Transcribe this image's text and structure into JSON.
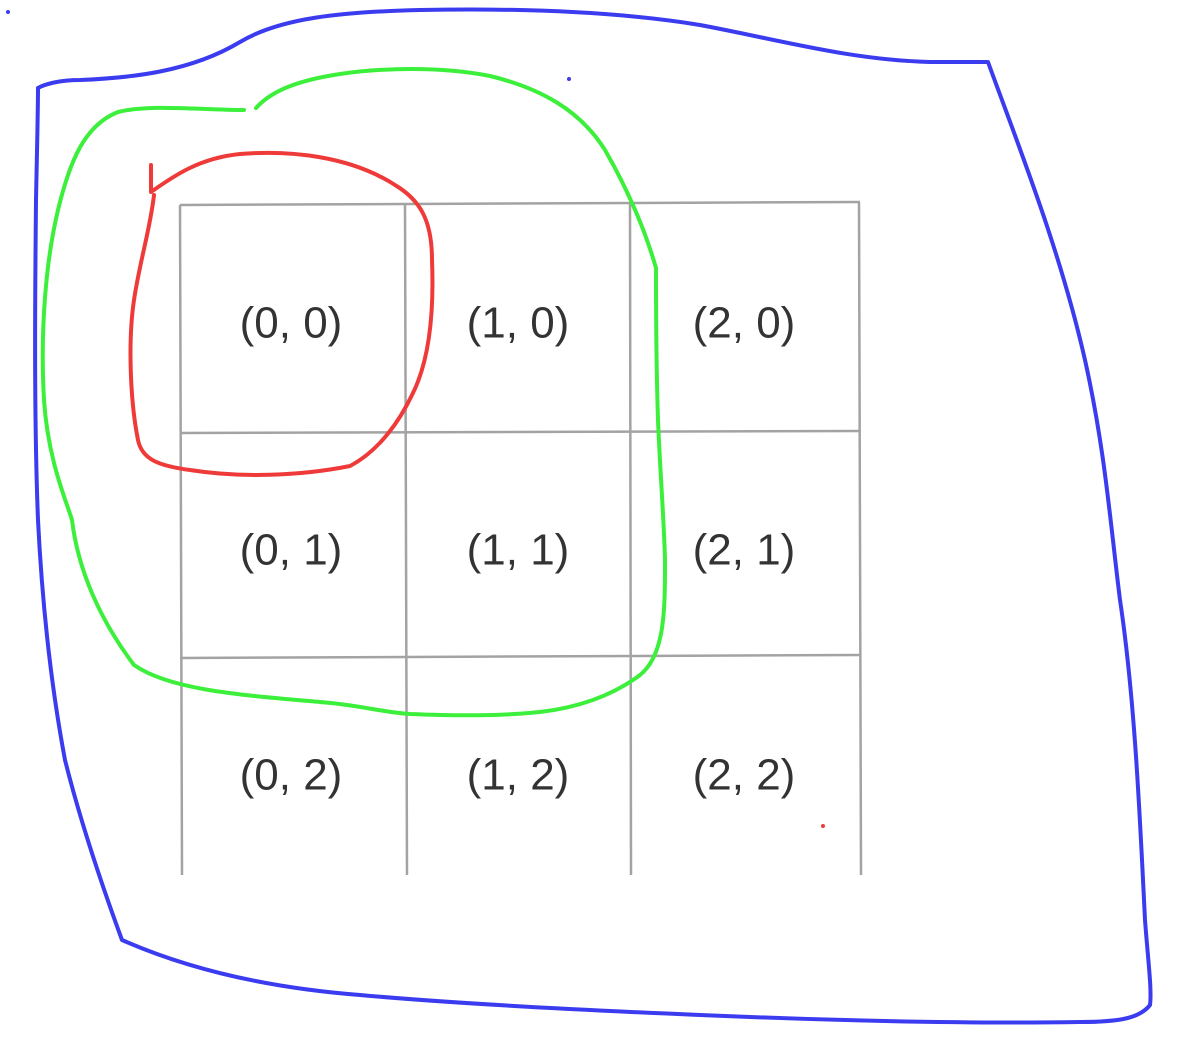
{
  "grid": {
    "rows": 3,
    "cols": 3,
    "cells": [
      [
        "(0, 0)",
        "(1, 0)",
        "(2, 0)"
      ],
      [
        "(0, 1)",
        "(1, 1)",
        "(2, 1)"
      ],
      [
        "(0, 2)",
        "(1, 2)",
        "(2, 2)"
      ]
    ]
  },
  "annotations": {
    "red_outline": {
      "color": "#ef3a3a"
    },
    "green_outline": {
      "color": "#3bef3b"
    },
    "blue_outline": {
      "color": "#3b3bef"
    }
  },
  "colors": {
    "grid_line": "#a3a3a3",
    "label_text": "#333333",
    "background": "#ffffff"
  }
}
